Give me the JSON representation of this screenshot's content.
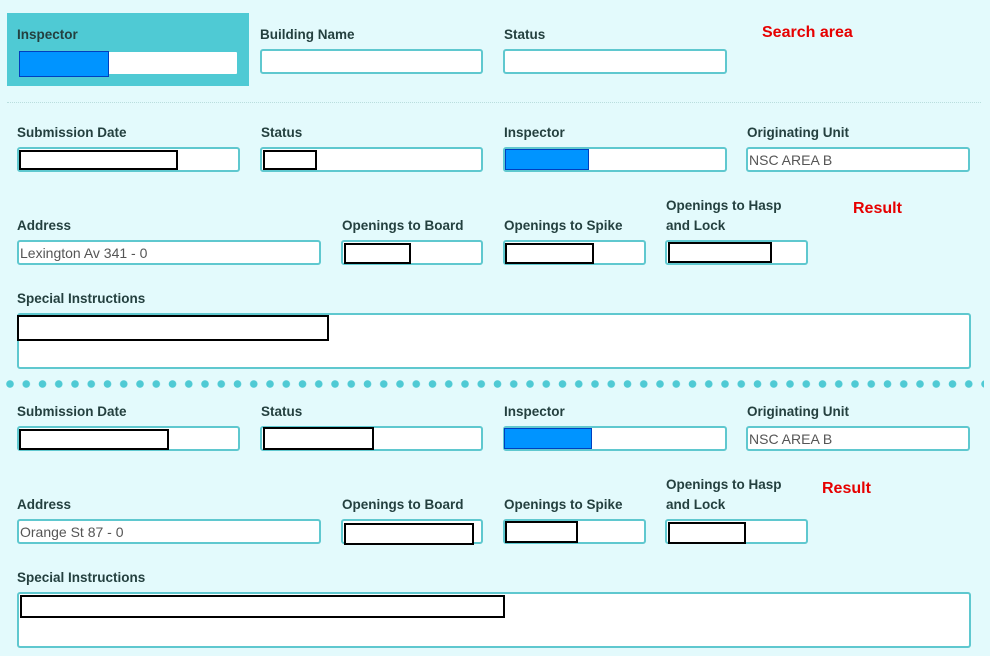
{
  "search": {
    "inspector_label": "Inspector",
    "building_name_label": "Building Name",
    "status_label": "Status",
    "annotation": "Search area"
  },
  "results": [
    {
      "submission_date_label": "Submission Date",
      "status_label": "Status",
      "inspector_label": "Inspector",
      "originating_unit_label": "Originating Unit",
      "originating_unit_value": "NSC AREA B",
      "address_label": "Address",
      "address_value": "Lexington Av 341 - 0",
      "openings_board_label": "Openings to Board",
      "openings_spike_label": "Openings to Spike",
      "openings_hasp_label_line1": "Openings to Hasp",
      "openings_hasp_label_line2": "and Lock",
      "annotation": "Result",
      "special_instructions_label": "Special Instructions"
    },
    {
      "submission_date_label": "Submission Date",
      "status_label": "Status",
      "inspector_label": "Inspector",
      "originating_unit_label": "Originating Unit",
      "originating_unit_value": "NSC AREA B",
      "address_label": "Address",
      "address_value": "Orange St 87 - 0",
      "openings_board_label": "Openings to Board",
      "openings_spike_label": "Openings to Spike",
      "openings_hasp_label_line1": "Openings to Hasp",
      "openings_hasp_label_line2": "and Lock",
      "annotation": "Result",
      "special_instructions_label": "Special Instructions"
    }
  ],
  "colors": {
    "background": "#e3fafc",
    "accent": "#4fcad4",
    "field_border": "#5fc8cf",
    "highlight": "#0094ff",
    "annotation": "#e60000"
  }
}
